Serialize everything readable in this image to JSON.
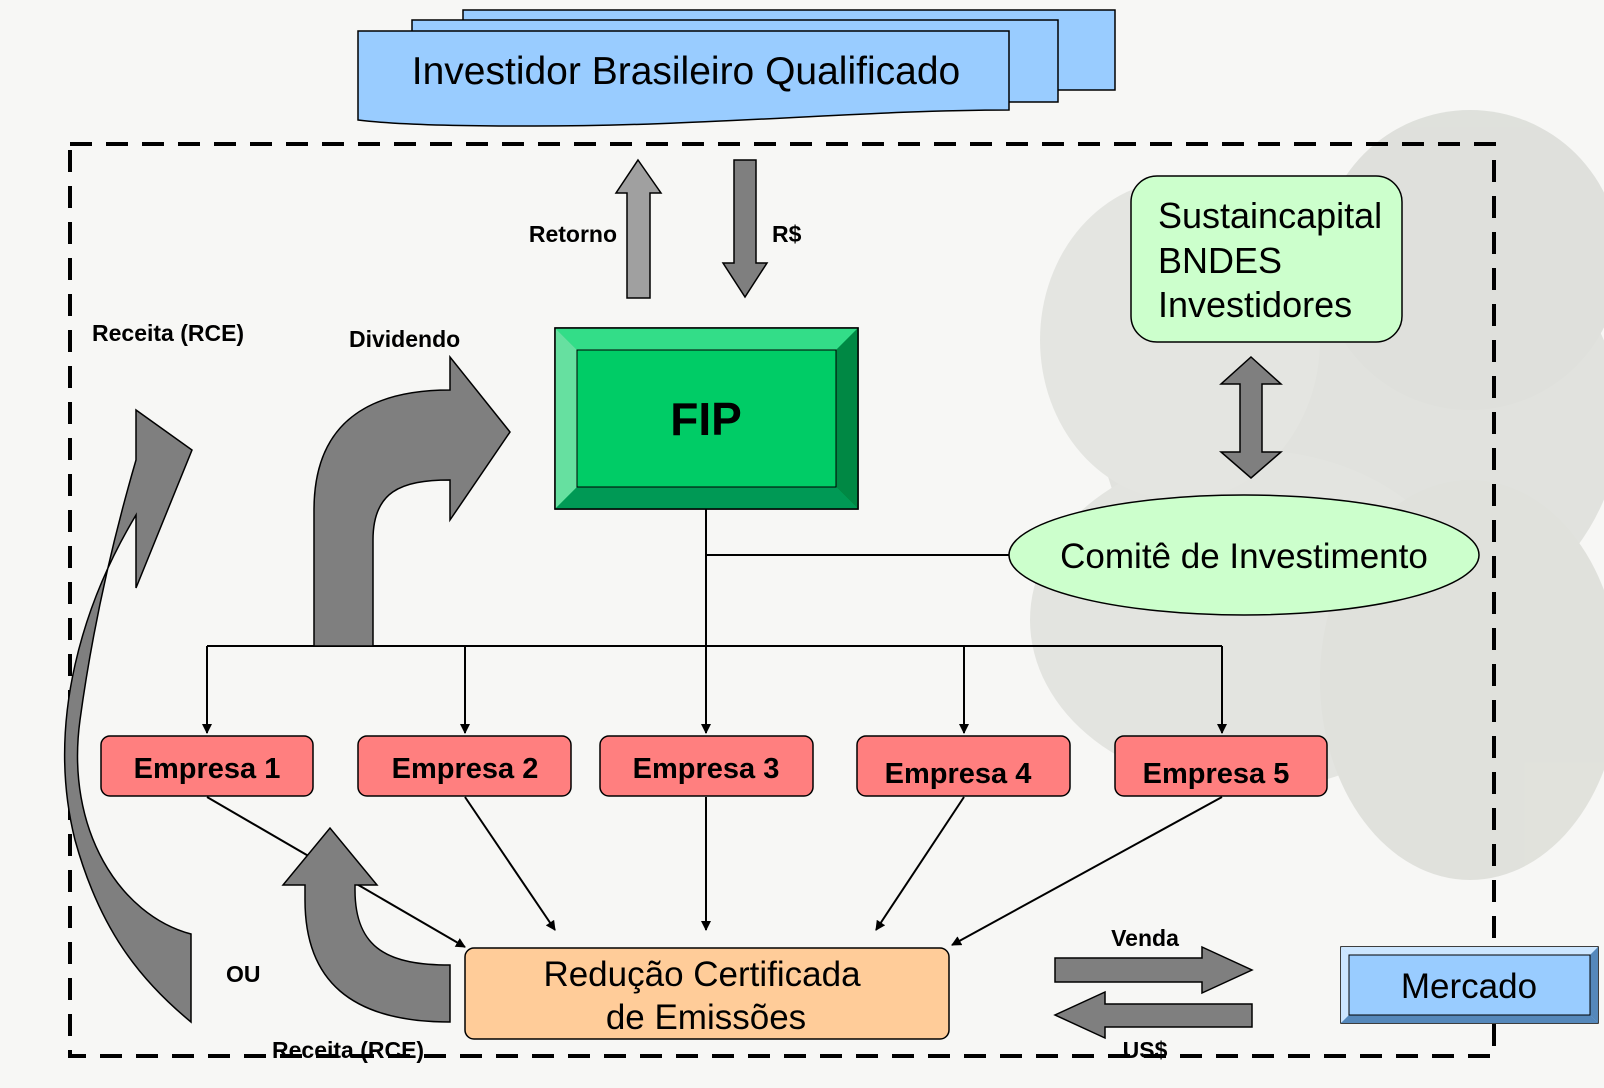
{
  "investor": {
    "label": "Investidor Brasileiro Qualificado"
  },
  "arrows_top": {
    "retorno": "Retorno",
    "rs": "R$"
  },
  "fip": {
    "label": "FIP"
  },
  "sponsors": {
    "lines": [
      "Sustaincapital",
      "BNDES",
      "Investidores"
    ]
  },
  "committee": {
    "label": "Comitê de Investimento"
  },
  "left_labels": {
    "receita_top": "Receita (RCE)",
    "dividendo": "Dividendo",
    "ou": "OU",
    "receita_bottom": "Receita (RCE)"
  },
  "companies": [
    {
      "label": "Empresa 1"
    },
    {
      "label": "Empresa 2"
    },
    {
      "label": "Empresa 3"
    },
    {
      "label": "Empresa 4"
    },
    {
      "label": "Empresa 5"
    }
  ],
  "rce": {
    "line1": "Redução Certificada",
    "line2": "de Emissões"
  },
  "market_flow": {
    "venda": "Venda",
    "usd": "US$"
  },
  "market": {
    "label": "Mercado"
  },
  "colors": {
    "investor_fill": "#99ccff",
    "fip_fill": "#00cc66",
    "sponsor_fill": "#ccffcc",
    "company_fill": "#ff7f7f",
    "rce_fill": "#ffcc99",
    "arrow_fill": "#7f7f7f",
    "arrow_light": "#a0a0a0",
    "market_fill": "#99ccff"
  }
}
